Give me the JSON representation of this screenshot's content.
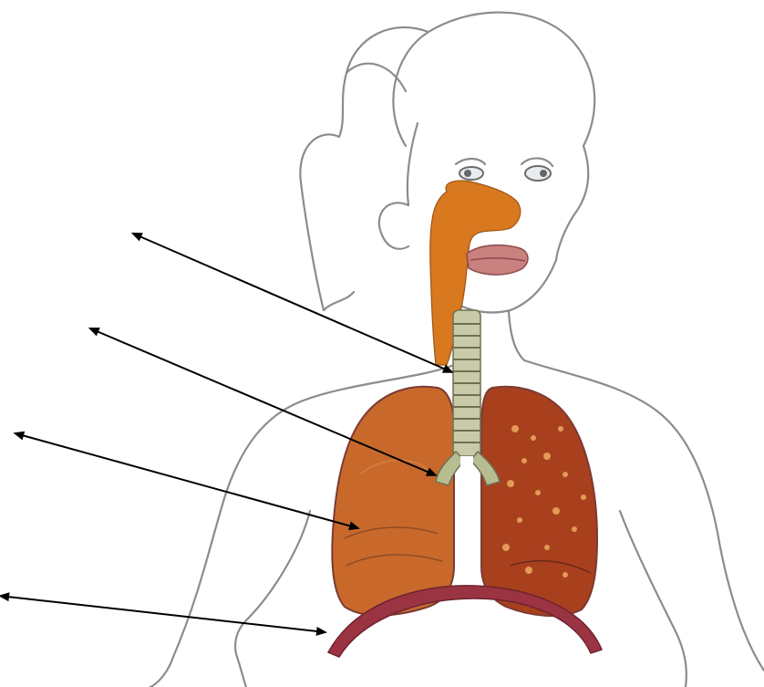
{
  "colors": {
    "background": "#ffffff",
    "outline": "#8c8c8c",
    "nasal_cavity": "#d8781f",
    "lips": "#b56a6a",
    "trachea": "#a9ad86",
    "lung_left": "#c8692b",
    "lung_right": "#a8401e",
    "lung_spots": "#e39a55",
    "lung_inner": "#7b3b34",
    "diaphragm": "#9b3442",
    "arrow": "#000000"
  },
  "label_arrows": [
    {
      "target": "trachea",
      "label": ""
    },
    {
      "target": "bronchi",
      "label": ""
    },
    {
      "target": "lungs",
      "label": ""
    },
    {
      "target": "diaphragm",
      "label": ""
    }
  ]
}
